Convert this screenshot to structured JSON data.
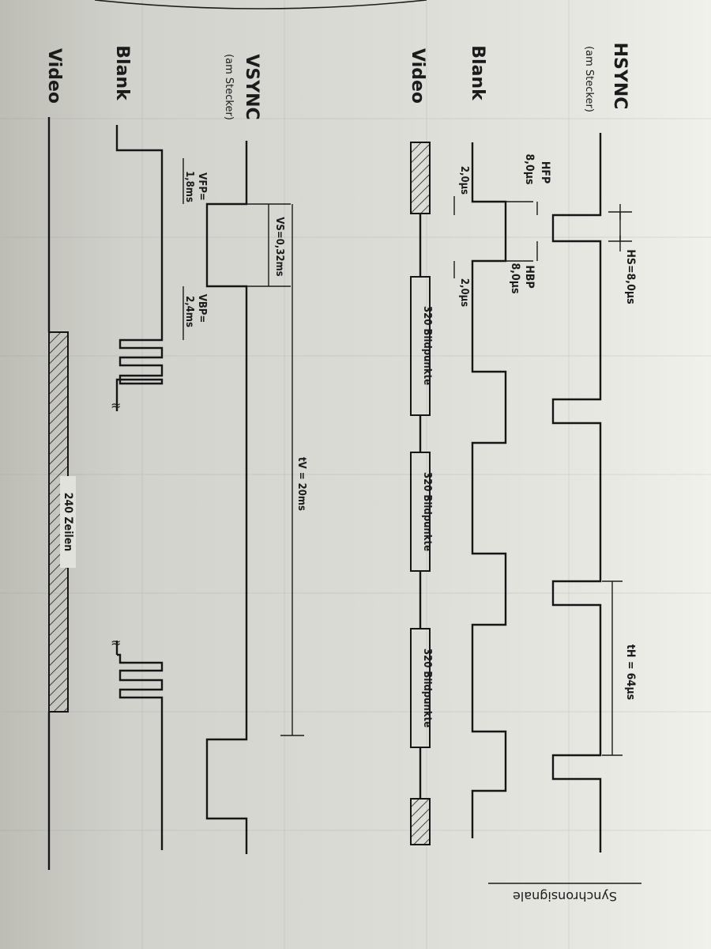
{
  "header": {
    "title": "Synchronsignale"
  },
  "signals": {
    "hsync": {
      "name": "HSYNC",
      "sub": "(am Stecker)"
    },
    "blank_h": {
      "name": "Blank"
    },
    "video_h": {
      "name": "Video"
    },
    "vsync": {
      "name": "VSYNC",
      "sub": "(am Stecker)"
    },
    "blank_v": {
      "name": "Blank"
    },
    "video_v": {
      "name": "Video"
    }
  },
  "annotations": {
    "hs": "HS=8,0μs",
    "hfp_title": "HFP",
    "hfp_value": "8,0μs",
    "hbp_title": "HBP",
    "hbp_value": "8,0μs",
    "blank_front": "2,0μs",
    "blank_back": "2,0μs",
    "pixels_1": "320 Bildpunkte",
    "pixels_2": "320 Bildpunkte",
    "pixels_3": "320 Bildpunkte",
    "th": "tH = 64μs",
    "vs": "VS=0,32ms",
    "vfp_title": "VFP=",
    "vfp_value": "1,8ms",
    "vbp_title": "VBP=",
    "vbp_value": "2,4ms",
    "tv": "tV = 20ms",
    "lines": "240 Zeilen"
  }
}
